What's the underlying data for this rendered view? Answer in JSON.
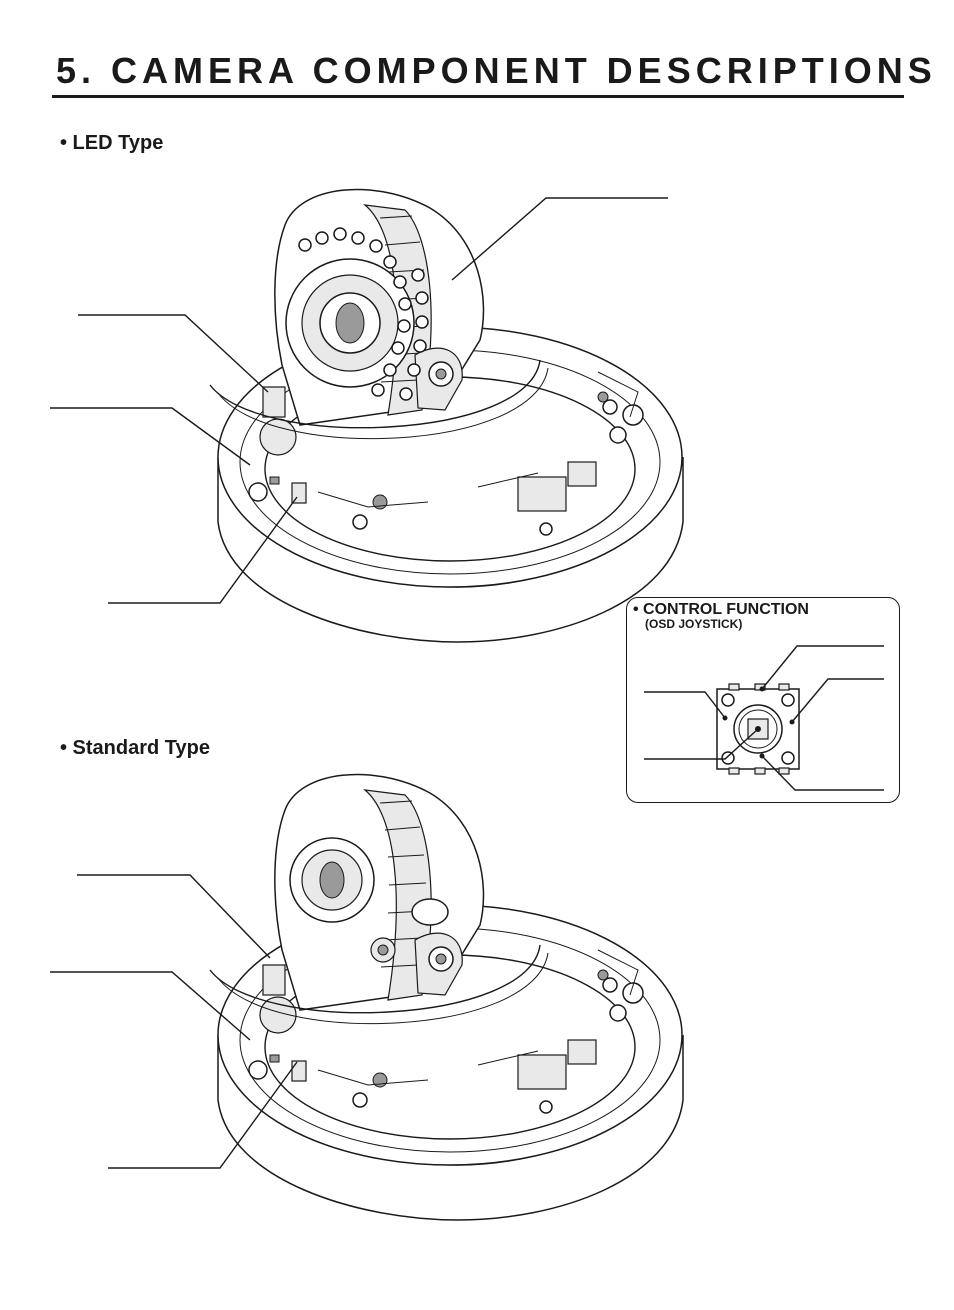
{
  "page": {
    "title": "5. CAMERA COMPONENT DESCRIPTIONS"
  },
  "sections": {
    "led": {
      "heading": "• LED Type"
    },
    "standard": {
      "heading": "• Standard Type"
    }
  },
  "control_function": {
    "title": "• CONTROL FUNCTION",
    "subtitle": "(OSD JOYSTICK)"
  }
}
